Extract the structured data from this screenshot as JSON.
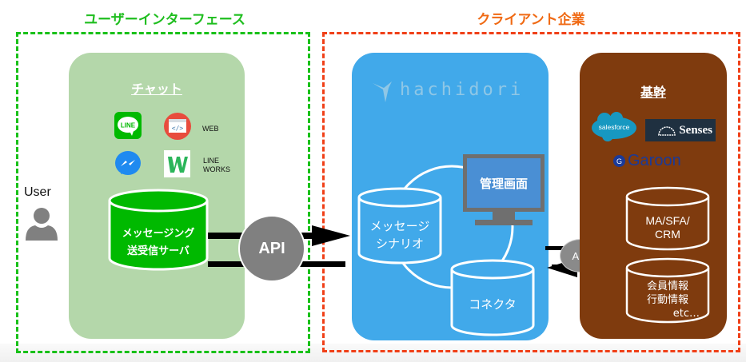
{
  "sections": {
    "user_interface": {
      "title": "ユーザーインターフェース",
      "border_color": "#19c119"
    },
    "client_company": {
      "title": "クライアント企業",
      "border_color": "#f04018"
    }
  },
  "user": {
    "label": "User",
    "icon": "person-icon"
  },
  "chat_panel": {
    "heading": "チャット",
    "color": "#b4d7aa",
    "channels": [
      {
        "name": "LINE",
        "icon": "line-icon",
        "label": ""
      },
      {
        "name": "WEB",
        "icon": "web-code-icon",
        "label": "WEB"
      },
      {
        "name": "Messenger",
        "icon": "messenger-icon",
        "label": ""
      },
      {
        "name": "LINE WORKS",
        "icon": "lineworks-icon",
        "label_line1": "LINE",
        "label_line2": "WORKS"
      }
    ],
    "server": {
      "line1": "メッセージング",
      "line2": "送受信サーバ"
    }
  },
  "api_main": {
    "label": "API"
  },
  "hachidori_panel": {
    "logo": "hachidori",
    "color": "#41a9ea",
    "admin_screen": "管理画面",
    "scenario": {
      "line1": "メッセージ",
      "line2": "シナリオ"
    },
    "connector": "コネクタ"
  },
  "api_secondary": {
    "label": "API"
  },
  "core_panel": {
    "heading": "基幹",
    "color": "#7f3b0e",
    "brands": [
      "salesforce",
      "Senses",
      "Garoon"
    ],
    "garoon_letter": "G",
    "db1": {
      "line1": "MA/SFA/",
      "line2": "CRM"
    },
    "db2": {
      "line1": "会員情報",
      "line2": "行動情報",
      "line3": "etc…"
    }
  }
}
